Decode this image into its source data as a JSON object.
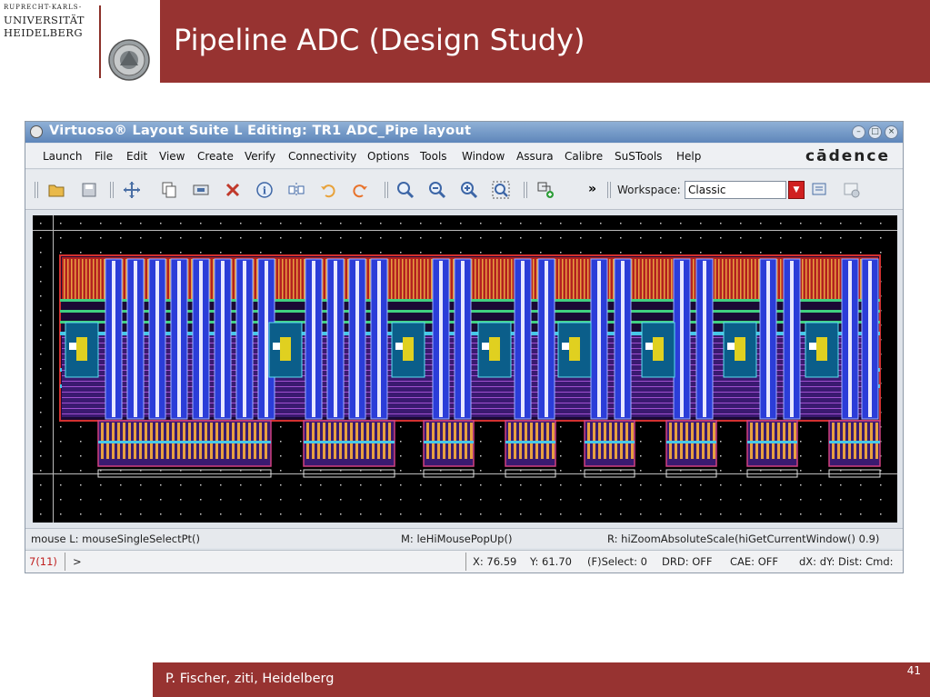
{
  "slide": {
    "university": {
      "line1": "RUPRECHT-KARLS-",
      "line2": "UNIVERSITÄT",
      "line3": "HEIDELBERG"
    },
    "title": "Pipeline ADC (Design Study)",
    "footer": "P. Fischer, ziti, Heidelberg",
    "page_number": "41",
    "accent_color": "#973331"
  },
  "window": {
    "title": "Virtuoso® Layout Suite L Editing: TR1 ADC_Pipe layout",
    "titlebar_color": "#6a90c0",
    "menu": [
      "Launch",
      "File",
      "Edit",
      "View",
      "Create",
      "Verify",
      "Connectivity",
      "Options",
      "Tools",
      "Window",
      "Assura",
      "Calibre",
      "SuSTools",
      "Help"
    ],
    "brand": "cādence",
    "toolbar": {
      "icons": [
        "open-folder-icon",
        "save-icon",
        "move-icon",
        "copy-icon",
        "stretch-icon",
        "delete-icon",
        "properties-icon",
        "mirror-icon",
        "undo-icon",
        "redo-icon",
        "zoom-fit-icon",
        "zoom-out-icon",
        "zoom-in-icon",
        "zoom-area-icon",
        "create-instance-icon"
      ],
      "overflow": "»",
      "workspace_label": "Workspace:",
      "workspace_value": "Classic"
    },
    "status": {
      "mouse_left": "mouse L: mouseSingleSelectPt()",
      "mouse_middle": "M: leHiMousePopUp()",
      "mouse_right": "R: hiZoomAbsoluteScale(hiGetCurrentWindow() 0.9)",
      "command_count": "7(11)",
      "prompt": ">",
      "coord_x": "X: 76.59",
      "coord_y": "Y: 61.70",
      "select": "(F)Select: 0",
      "drd": "DRD: OFF",
      "cae": "CAE: OFF",
      "delta": "dX: dY: Dist: Cmd:"
    }
  }
}
